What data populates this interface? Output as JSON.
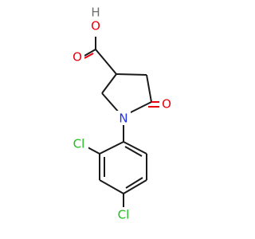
{
  "molecule": {
    "colors": {
      "bond": "#1a1a1a",
      "oxygen": "#e8000b",
      "nitrogen": "#2133e0",
      "chlorine": "#1fbf1f",
      "hydrogen": "#6e6e6e",
      "background": "#ffffff"
    },
    "atoms": {
      "hydroxyl_h": "H",
      "hydroxyl_o": "O",
      "carbonyl_o_acid": "O",
      "ring_n": "N",
      "lactam_o": "O",
      "cl_ortho": "Cl",
      "cl_para": "Cl"
    }
  }
}
